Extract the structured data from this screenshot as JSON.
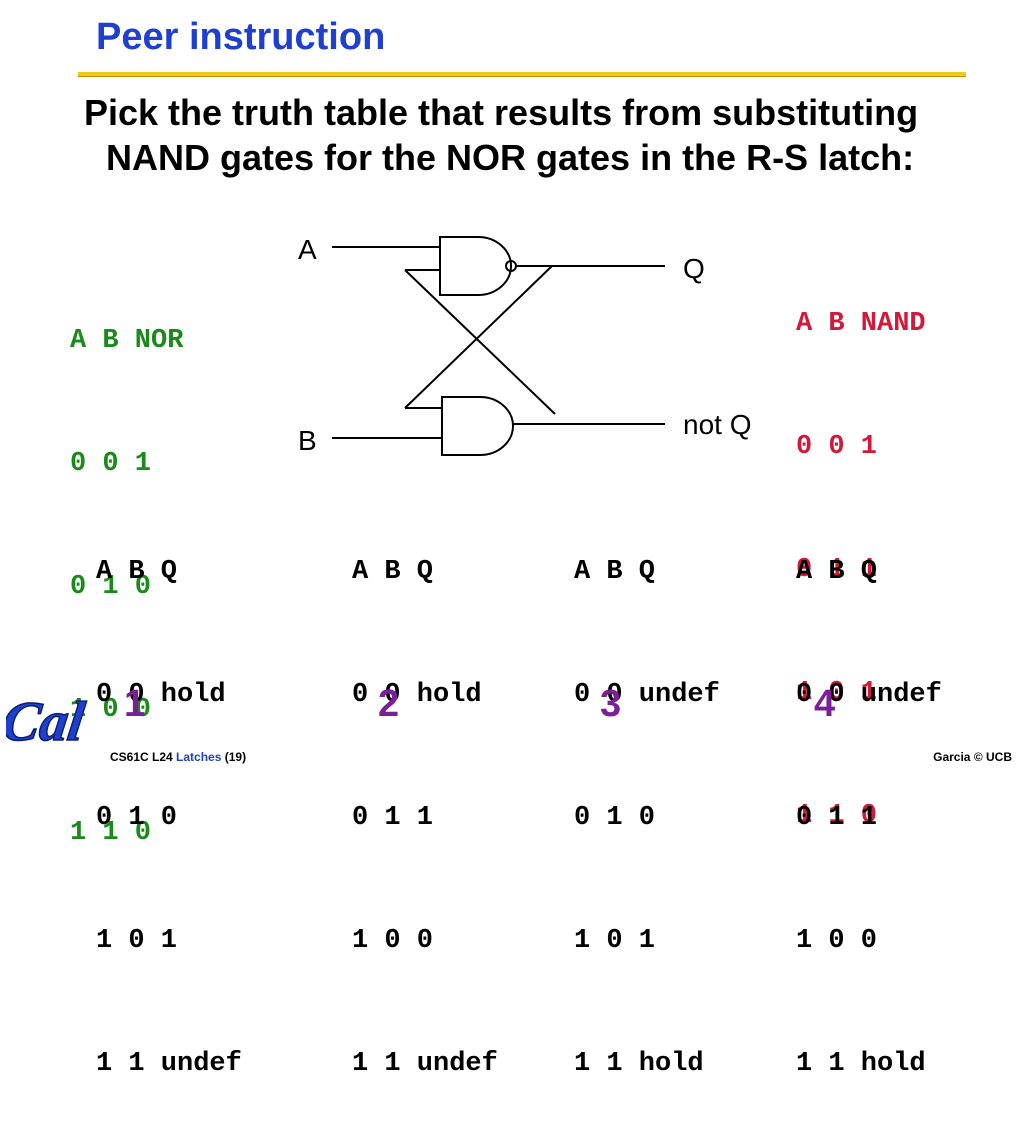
{
  "slide": {
    "title": "Peer instruction",
    "question": "Pick the truth table that results from substituting NAND gates for the NOR gates in the R-S latch:"
  },
  "nor_table": [
    "A B NOR",
    "0 0 1",
    "0 1 0",
    "1 0 0",
    "1 1 0"
  ],
  "nand_table": [
    "A B NAND",
    "0 0 1",
    "0 1 1",
    "1 0 1",
    "1 1 0"
  ],
  "diagram": {
    "input_a": "A",
    "input_b": "B",
    "output_q": "Q",
    "output_notq": "not Q"
  },
  "choices": [
    {
      "number": "1",
      "rows": [
        "A B Q",
        "0 0 hold",
        "0 1 0",
        "1 0 1",
        "1 1 undef"
      ]
    },
    {
      "number": "2",
      "rows": [
        "A B Q",
        "0 0 hold",
        "0 1 1",
        "1 0 0",
        "1 1 undef"
      ]
    },
    {
      "number": "3",
      "rows": [
        "A B Q",
        "0 0 undef",
        "0 1 0",
        "1 0 1",
        "1 1 hold"
      ]
    },
    {
      "number": "4",
      "rows": [
        "A B Q",
        "0 0 undef",
        "0 1 1",
        "1 0 0",
        "1 1 hold"
      ]
    }
  ],
  "logo": {
    "text": "Cal",
    "color": "#1f3fcf"
  },
  "footer": {
    "course": "CS61C L24",
    "topic": "Latches",
    "page": "(19)",
    "credit": "Garcia © UCB"
  },
  "colors": {
    "title": "#1f3fcf",
    "nor": "#1a8a1a",
    "nand": "#d4183a",
    "choice_numbers": "#7b1f99",
    "rule": "#f2c916"
  }
}
